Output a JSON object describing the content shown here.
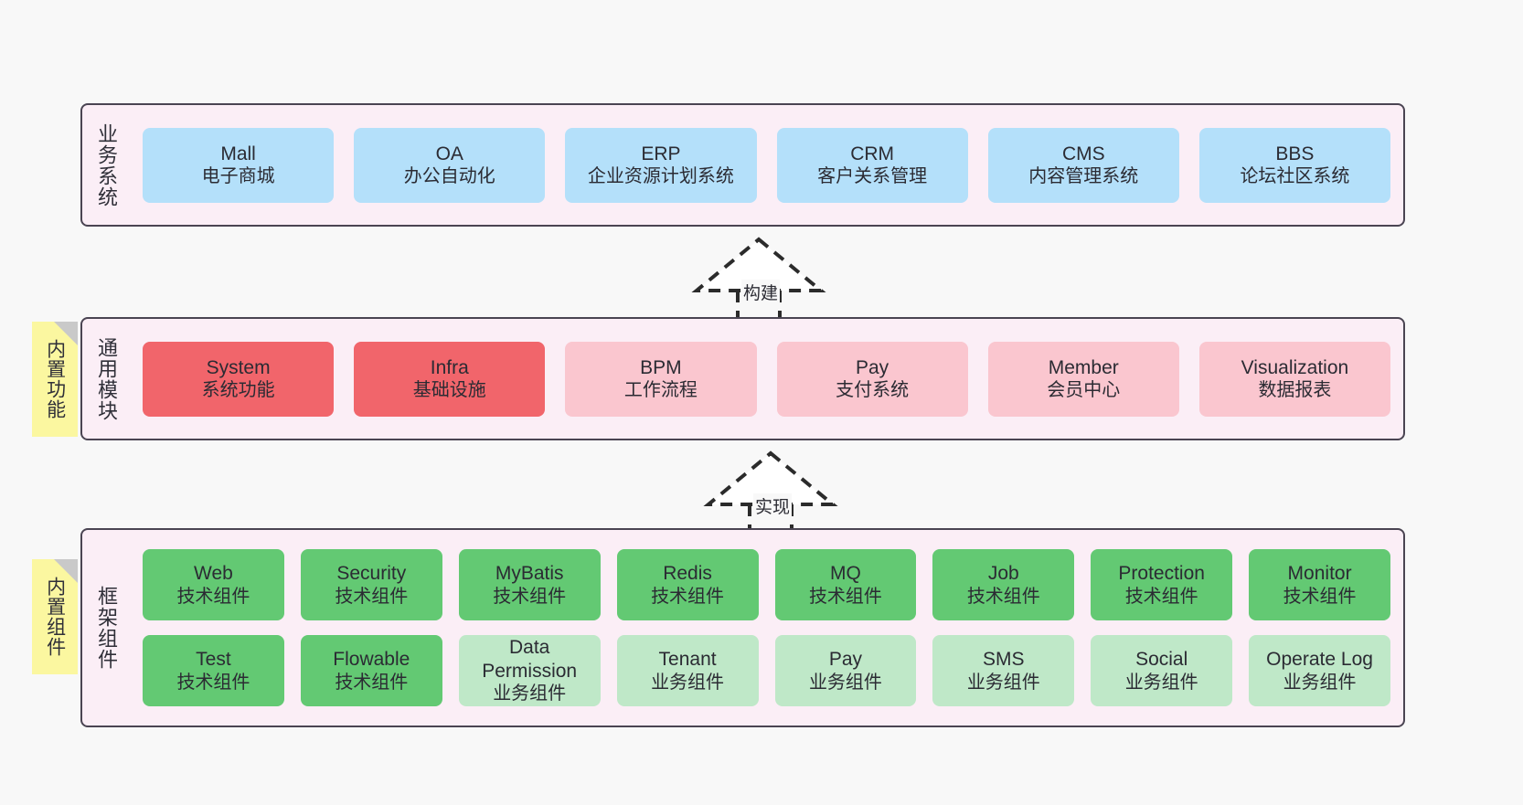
{
  "diagram": {
    "title_visible": false,
    "background": "#f8f8f8",
    "panel_bg": "#fbeef6",
    "panel_border": "#4a4452",
    "note_bg": "#fbf7a0"
  },
  "layers": [
    {
      "id": "business-system",
      "title": "业务系统",
      "cards": [
        {
          "en": "Mall",
          "cn": "电子商城",
          "color": "#b4e0fa",
          "style": "c-blue"
        },
        {
          "en": "OA",
          "cn": "办公自动化",
          "color": "#b4e0fa",
          "style": "c-blue"
        },
        {
          "en": "ERP",
          "cn": "企业资源计划系统",
          "color": "#b4e0fa",
          "style": "c-blue"
        },
        {
          "en": "CRM",
          "cn": "客户关系管理",
          "color": "#b4e0fa",
          "style": "c-blue"
        },
        {
          "en": "CMS",
          "cn": "内容管理系统",
          "color": "#b4e0fa",
          "style": "c-blue"
        },
        {
          "en": "BBS",
          "cn": "论坛社区系统",
          "color": "#b4e0fa",
          "style": "c-blue"
        }
      ]
    },
    {
      "id": "common-module",
      "title": "通用模块",
      "note": "内置功能",
      "cards": [
        {
          "en": "System",
          "cn": "系统功能",
          "color": "#f1656b",
          "style": "c-red"
        },
        {
          "en": "Infra",
          "cn": "基础设施",
          "color": "#f1656b",
          "style": "c-red"
        },
        {
          "en": "BPM",
          "cn": "工作流程",
          "color": "#fac6cf",
          "style": "c-pink"
        },
        {
          "en": "Pay",
          "cn": "支付系统",
          "color": "#fac6cf",
          "style": "c-pink"
        },
        {
          "en": "Member",
          "cn": "会员中心",
          "color": "#fac6cf",
          "style": "c-pink"
        },
        {
          "en": "Visualization",
          "cn": "数据报表",
          "color": "#fac6cf",
          "style": "c-pink"
        }
      ]
    },
    {
      "id": "framework-component",
      "title": "框架组件",
      "note": "内置组件",
      "rows": [
        [
          {
            "en": "Web",
            "cn": "技术组件",
            "color": "#63c973",
            "style": "c-green"
          },
          {
            "en": "Security",
            "cn": "技术组件",
            "color": "#63c973",
            "style": "c-green"
          },
          {
            "en": "MyBatis",
            "cn": "技术组件",
            "color": "#63c973",
            "style": "c-green"
          },
          {
            "en": "Redis",
            "cn": "技术组件",
            "color": "#63c973",
            "style": "c-green"
          },
          {
            "en": "MQ",
            "cn": "技术组件",
            "color": "#63c973",
            "style": "c-green"
          },
          {
            "en": "Job",
            "cn": "技术组件",
            "color": "#63c973",
            "style": "c-green"
          },
          {
            "en": "Protection",
            "cn": "技术组件",
            "color": "#63c973",
            "style": "c-green"
          },
          {
            "en": "Monitor",
            "cn": "技术组件",
            "color": "#63c973",
            "style": "c-green"
          }
        ],
        [
          {
            "en": "Test",
            "cn": "技术组件",
            "color": "#63c973",
            "style": "c-green"
          },
          {
            "en": "Flowable",
            "cn": "技术组件",
            "color": "#63c973",
            "style": "c-green"
          },
          {
            "en": "Data Permission",
            "cn": "业务组件",
            "color": "#bfe8c8",
            "style": "c-lightgreen"
          },
          {
            "en": "Tenant",
            "cn": "业务组件",
            "color": "#bfe8c8",
            "style": "c-lightgreen"
          },
          {
            "en": "Pay",
            "cn": "业务组件",
            "color": "#bfe8c8",
            "style": "c-lightgreen"
          },
          {
            "en": "SMS",
            "cn": "业务组件",
            "color": "#bfe8c8",
            "style": "c-lightgreen"
          },
          {
            "en": "Social",
            "cn": "业务组件",
            "color": "#bfe8c8",
            "style": "c-lightgreen"
          },
          {
            "en": "Operate Log",
            "cn": "业务组件",
            "color": "#bfe8c8",
            "style": "c-lightgreen"
          }
        ]
      ]
    }
  ],
  "connectors": [
    {
      "id": "build",
      "label": "构建",
      "from": "common-module",
      "to": "business-system"
    },
    {
      "id": "implement",
      "label": "实现",
      "from": "framework-component",
      "to": "common-module"
    }
  ]
}
